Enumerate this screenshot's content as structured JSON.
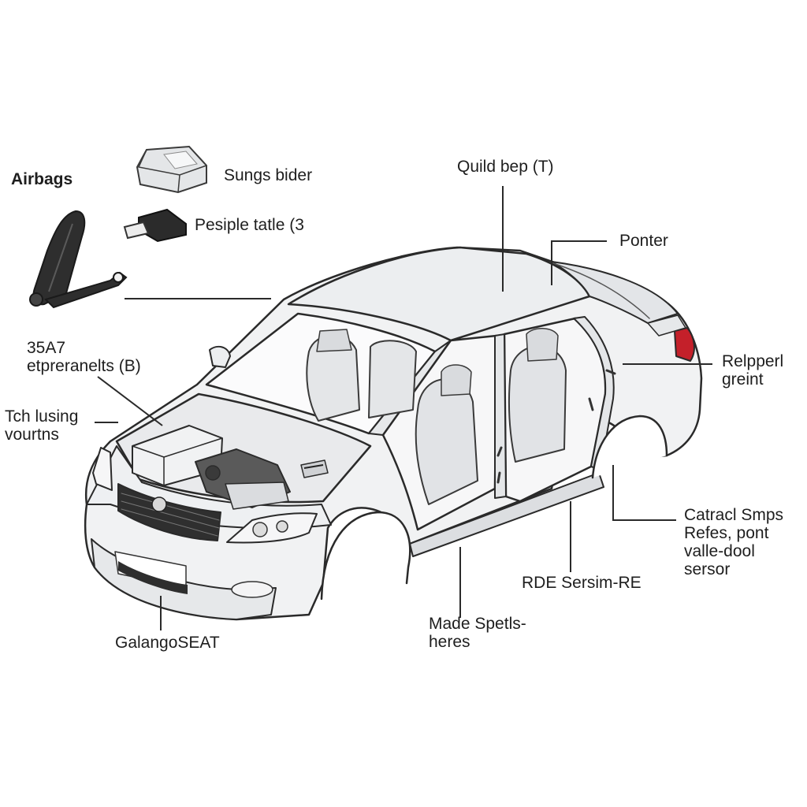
{
  "diagram": {
    "heading": "Airbags",
    "components": [
      {
        "name": "seat-belt",
        "caption": ""
      },
      {
        "name": "sensor-module",
        "caption": "Sungs bider"
      },
      {
        "name": "connector-plug",
        "caption": "Pesiple tatle (3"
      }
    ],
    "callouts": [
      {
        "id": "roof",
        "lines": [
          "Quild bep (T)"
        ]
      },
      {
        "id": "rear-roof",
        "lines": [
          "Ponter"
        ]
      },
      {
        "id": "hood-left",
        "lines": [
          "35A7",
          "etpreranelts (B)"
        ]
      },
      {
        "id": "front-left",
        "lines": [
          "Tch lusing",
          "vourtns"
        ]
      },
      {
        "id": "rear-right",
        "lines": [
          "Relpperl",
          "greint"
        ]
      },
      {
        "id": "rear-wheel",
        "lines": [
          "Catracl Smps",
          "Refes, pont",
          "valle-dool",
          "sersor"
        ]
      },
      {
        "id": "sill",
        "lines": [
          "RDE Sersim-RE"
        ]
      },
      {
        "id": "door-bottom",
        "lines": [
          "Made Spetls-",
          "heres"
        ]
      },
      {
        "id": "front-bumper",
        "lines": [
          "GalangoSEAT"
        ]
      }
    ]
  },
  "colors": {
    "line": "#2a2a2a",
    "body_fill": "#f1f2f3",
    "body_shade": "#dcdee1",
    "interior": "#e6e7e9",
    "dark": "#2b2b2b",
    "taillight": "#c4202a"
  }
}
